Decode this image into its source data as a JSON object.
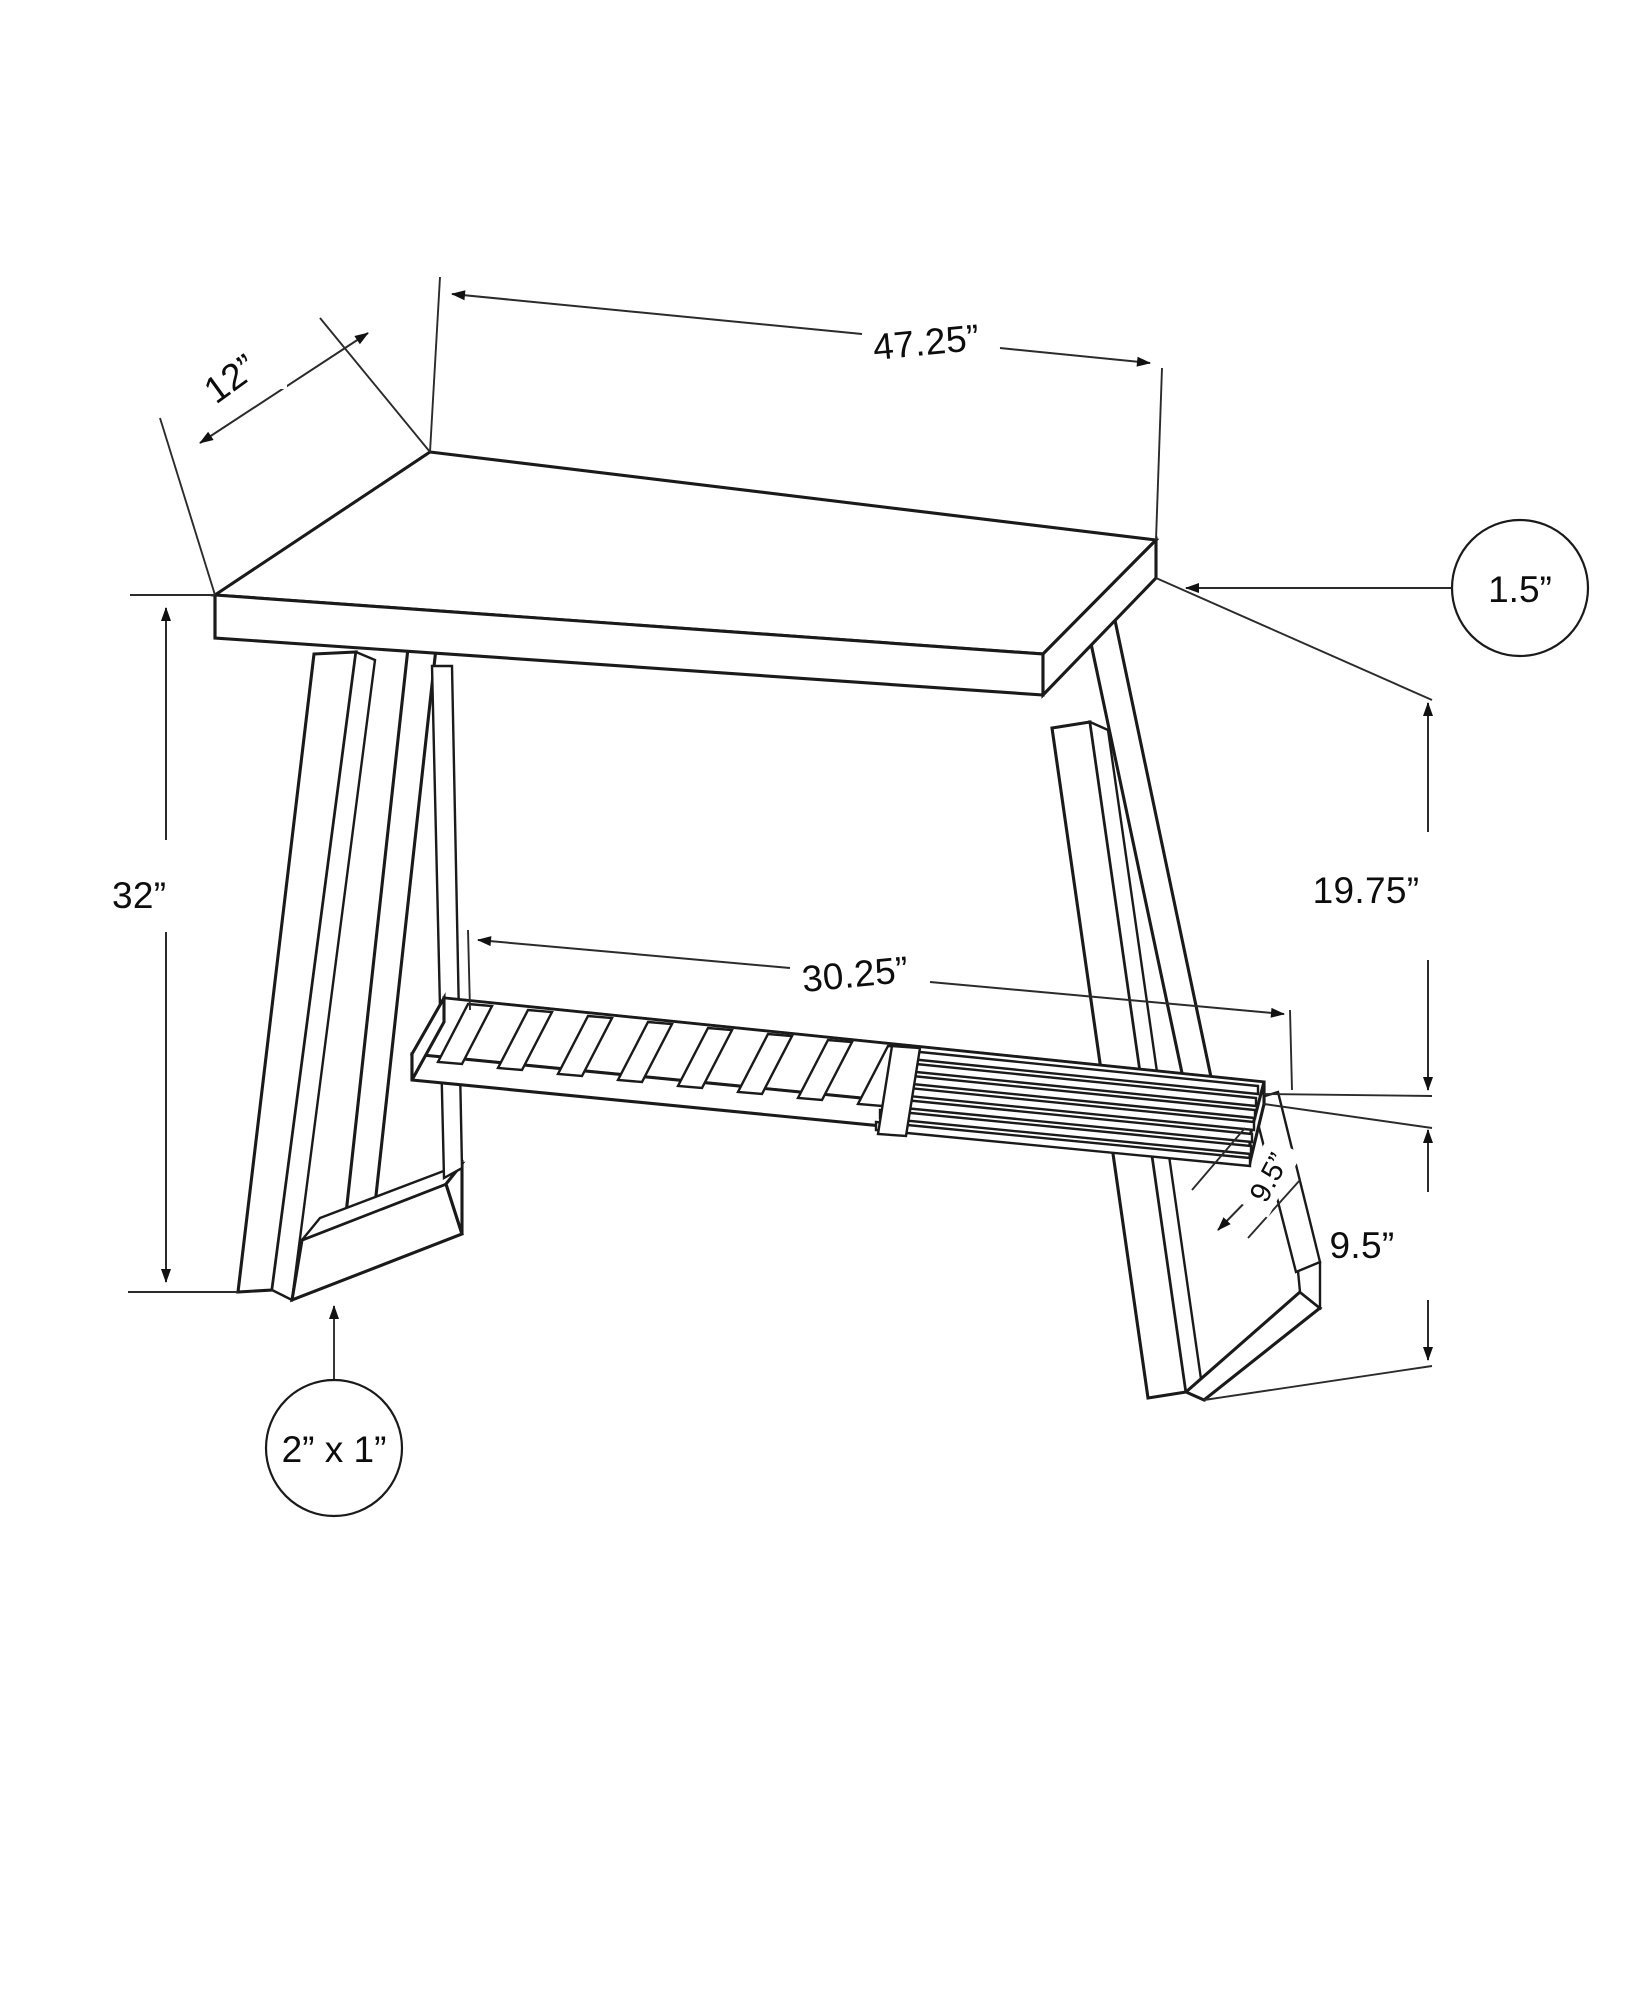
{
  "drawing": {
    "title": "Console Table Dimension Drawing",
    "subject": "console-table",
    "view": "isometric",
    "units": "inches",
    "line_color": "#1a1a1a",
    "background_color": "#ffffff",
    "dimension_color": "#2b2b2b"
  },
  "dimensions": {
    "top_depth": {
      "label": "12”",
      "name": "tabletop-depth",
      "value": 12,
      "style": "aligned-double-arrow",
      "rotation": -36
    },
    "top_width": {
      "label": "47.25”",
      "name": "tabletop-width",
      "value": 47.25,
      "style": "aligned-double-arrow",
      "rotation": -5.5
    },
    "top_thickness": {
      "label": "1.5”",
      "name": "tabletop-thickness",
      "value": 1.5,
      "style": "balloon-callout"
    },
    "total_height": {
      "label": "32”",
      "name": "overall-height",
      "value": 32,
      "style": "vertical-double-arrow"
    },
    "shelf_width": {
      "label": "30.25”",
      "name": "shelf-width",
      "value": 30.25,
      "style": "aligned-double-arrow",
      "rotation": -5.5
    },
    "apron_to_shelf": {
      "label": "19.75”",
      "name": "top-to-shelf-height",
      "value": 19.75,
      "style": "vertical-double-arrow"
    },
    "shelf_depth": {
      "label": "9.5”",
      "name": "shelf-depth",
      "value": 9.5,
      "style": "aligned-double-arrow",
      "rotation": 62
    },
    "shelf_to_floor": {
      "label": "9.5”",
      "name": "shelf-to-floor-height",
      "value": 9.5,
      "style": "vertical-double-arrow"
    },
    "leg_profile": {
      "label": "2” x 1”",
      "name": "leg-cross-section",
      "value": "2 x 1",
      "style": "balloon-callout"
    }
  },
  "geometry": {
    "shelf_cross_slat_count": 8,
    "shelf_long_slat_count": 9,
    "leg_count": 2,
    "leg_style": "splayed-a-frame"
  }
}
